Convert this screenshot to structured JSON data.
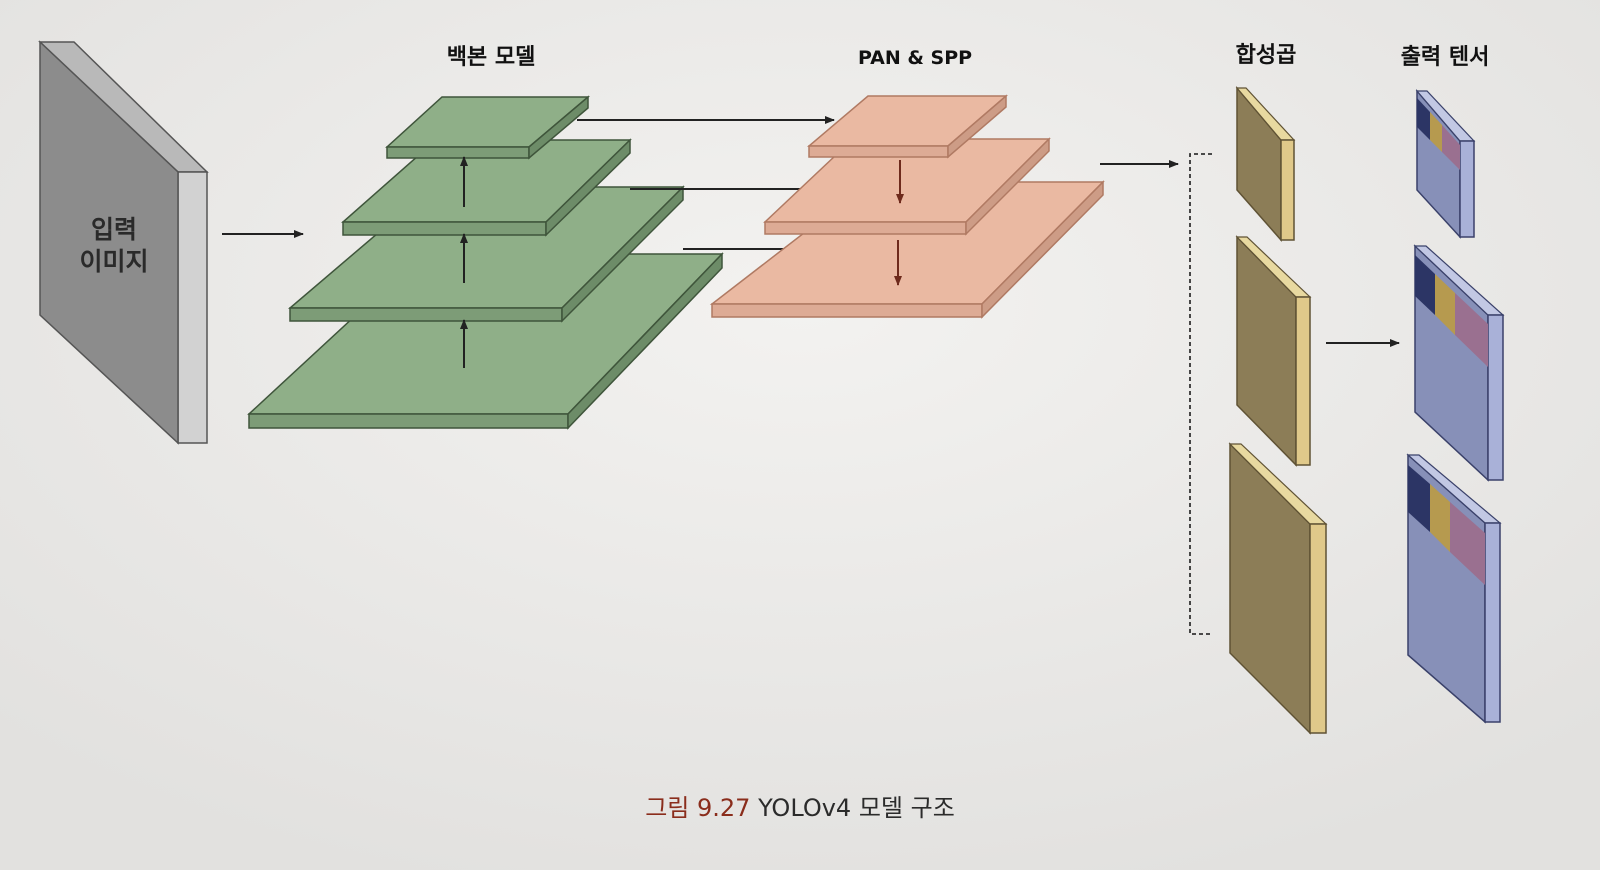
{
  "labels": {
    "input_image_line1": "입력",
    "input_image_line2": "이미지",
    "backbone": "백본 모델",
    "pan_spp": "PAN & SPP",
    "convolution": "합성곱",
    "output_tensor": "출력 텐서"
  },
  "caption": {
    "number": "그림 9.27",
    "text": "YOLOv4 모델 구조"
  },
  "colors": {
    "background": "#e9e8e6",
    "input_block": "#8c8c8c",
    "backbone": "#8faf88",
    "pan_spp": "#eab9a2",
    "convolution": "#8c7d57",
    "output_tensor": "#8790b8",
    "caption_number": "#8a2d1c"
  }
}
